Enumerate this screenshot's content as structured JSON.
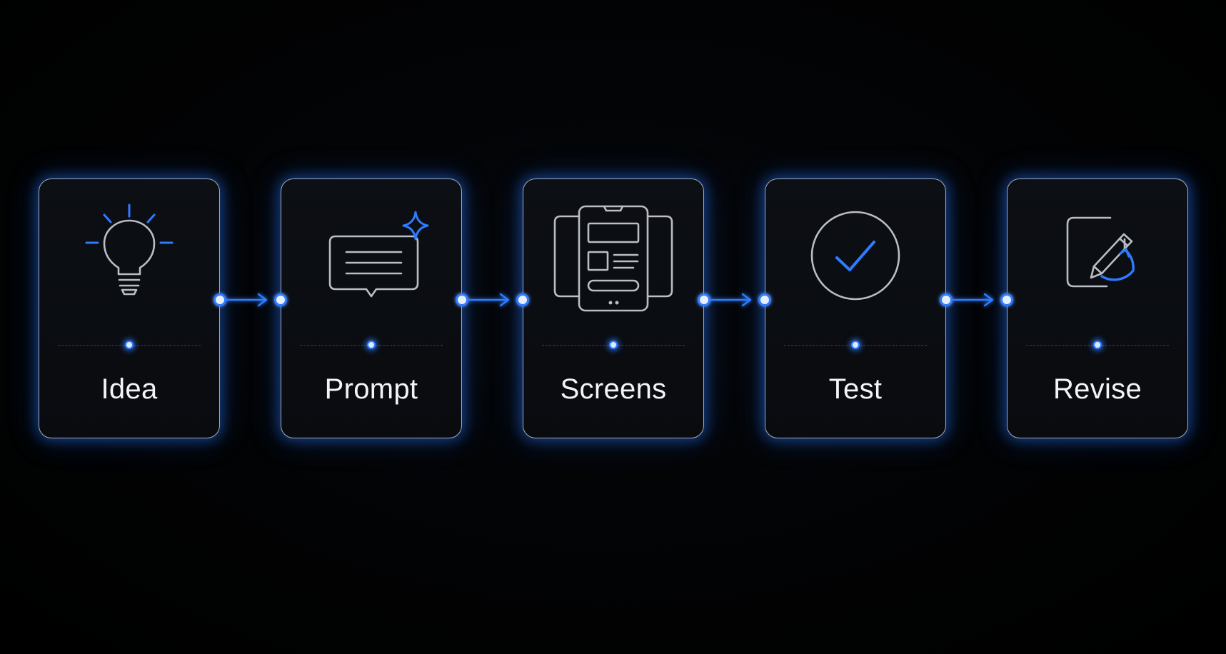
{
  "steps": [
    {
      "label": "Idea",
      "icon": "lightbulb-icon"
    },
    {
      "label": "Prompt",
      "icon": "chat-bubble-sparkle-icon"
    },
    {
      "label": "Screens",
      "icon": "phone-screens-icon"
    },
    {
      "label": "Test",
      "icon": "check-circle-icon"
    },
    {
      "label": "Revise",
      "icon": "edit-refresh-icon"
    }
  ],
  "colors": {
    "accent": "#2f7bff",
    "glow": "#2676ff",
    "outline": "#a7adb6",
    "icon_stroke": "#b9bec6",
    "text": "#f2f4f7",
    "background": "#000000"
  }
}
